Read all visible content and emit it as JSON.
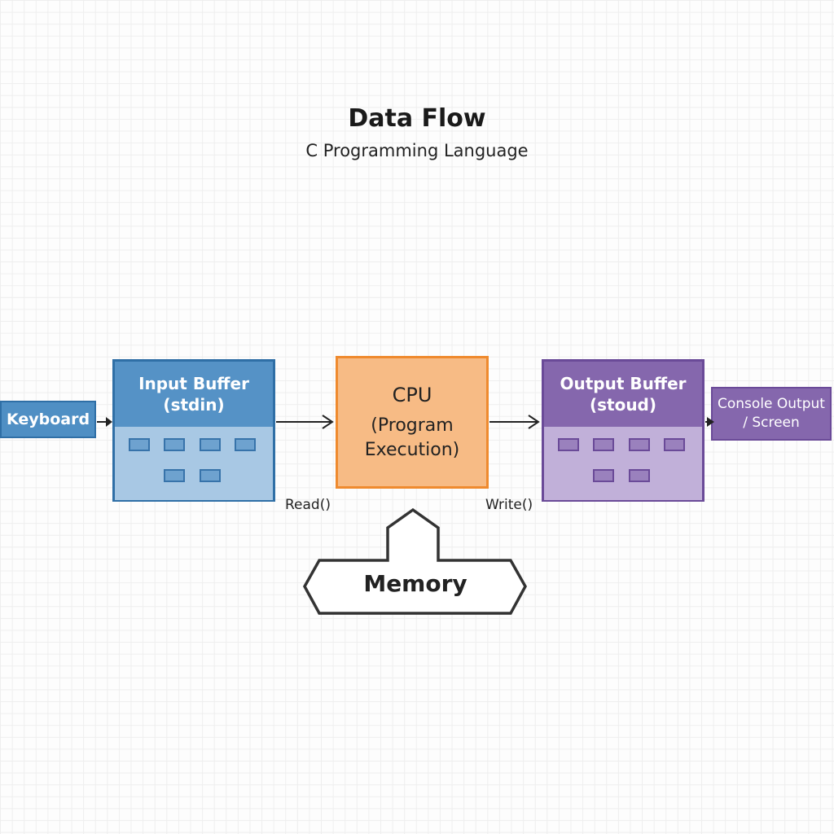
{
  "header": {
    "title": "Data Flow",
    "subtitle": "C Programming Language"
  },
  "nodes": {
    "keyboard": {
      "label": "Keyboard",
      "color": "#4f8fc4"
    },
    "input_buffer": {
      "title": "Input Buffer",
      "subtitle": "(stdin)",
      "color": "#5592c6",
      "cells": 6
    },
    "cpu": {
      "title": "CPU",
      "line1": "(Program",
      "line2": "Execution)",
      "color": "#f7bb85",
      "border": "#ef8a2e"
    },
    "output_buffer": {
      "title": "Output Buffer",
      "subtitle": "(stoud)",
      "color": "#8567ad",
      "cells": 6
    },
    "console": {
      "line1": "Console Output",
      "line2": "/ Screen",
      "color": "#8567ad"
    },
    "memory": {
      "label": "Memory"
    }
  },
  "edges": {
    "read_label": "Read()",
    "write_label": "Write()"
  }
}
